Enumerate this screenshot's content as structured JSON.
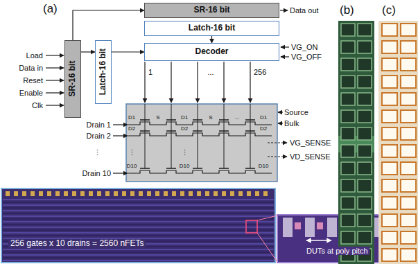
{
  "diagram": {
    "nodes": [
      {
        "text": [
          "SR-16 bit"
        ]
      },
      {
        "text": [
          "Latch-16 bit"
        ]
      },
      {
        "text": [
          "Decoder"
        ]
      },
      {
        "text": [
          "SR-16 bit"
        ]
      },
      {
        "text": [
          "Latch-16 bit"
        ]
      }
    ],
    "edges": [
      {
        "from": 3,
        "to": 0,
        "arrow": "to"
      },
      {
        "from": 3,
        "to": 4,
        "arrow": "to"
      },
      {
        "from": 4,
        "to": 2,
        "arrow": "to"
      },
      {
        "from": 1,
        "to": 2,
        "arrow": "to"
      }
    ],
    "labels": [
      "(a)",
      "Load",
      "Data in",
      "Reset",
      "Enable",
      "Clk",
      "Data out",
      "VG_ON",
      "VG_OFF",
      "1",
      "...",
      "256",
      "Drain 1",
      "Drain 2",
      "⋮",
      "Drain 10",
      "Source",
      "Bulk",
      "VG_SENSE",
      "VD_SENSE",
      "D1",
      "S",
      "D1",
      "S",
      "...",
      "D1",
      "D2",
      "D2",
      "D2",
      "⋮",
      "⋮",
      "D10",
      "D10",
      "D10",
      "256 gates x 10 drains = 2560 nFETs",
      "DUTs at poly pitch",
      "(b)",
      "(c)"
    ]
  }
}
